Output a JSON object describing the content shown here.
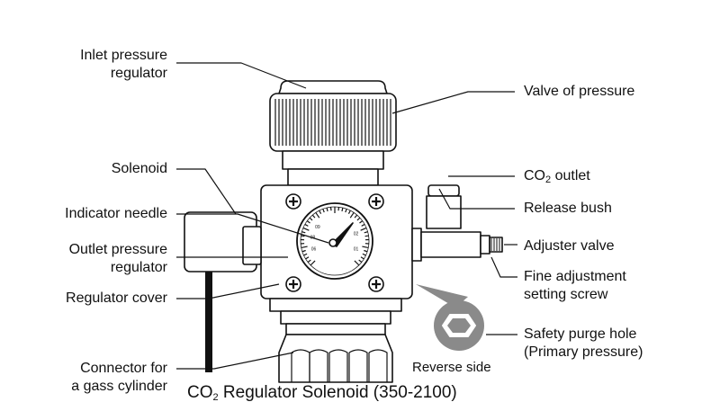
{
  "labels": {
    "inlet_line1": "Inlet pressure",
    "inlet_line2": "regulator",
    "valve_of_pressure": "Valve of pressure",
    "solenoid": "Solenoid",
    "co2_outlet_prefix": "CO",
    "co2_outlet_sub": "2",
    "co2_outlet_suffix": " outlet",
    "release_bush": "Release bush",
    "indicator_needle": "Indicator needle",
    "adjuster_valve": "Adjuster valve",
    "outlet_line1": "Outlet pressure",
    "outlet_line2": "regulator",
    "fine_line1": "Fine adjustment",
    "fine_line2": "setting screw",
    "regulator_cover": "Regulator cover",
    "safety_line1": "Safety purge hole",
    "safety_line2": "(Primary pressure)",
    "connector_line1": "Connector for",
    "connector_line2": "a gass cylinder",
    "reverse_side": "Reverse side"
  },
  "caption": {
    "prefix": "CO",
    "sub": "2",
    "suffix": " Regulator Solenoid (350-2100)"
  },
  "gauge_ticks": [
    "06",
    "08",
    "09",
    "01",
    "02"
  ],
  "colors": {
    "line": "#111111",
    "fill": "#ffffff",
    "grey": "#8a8a8a"
  }
}
